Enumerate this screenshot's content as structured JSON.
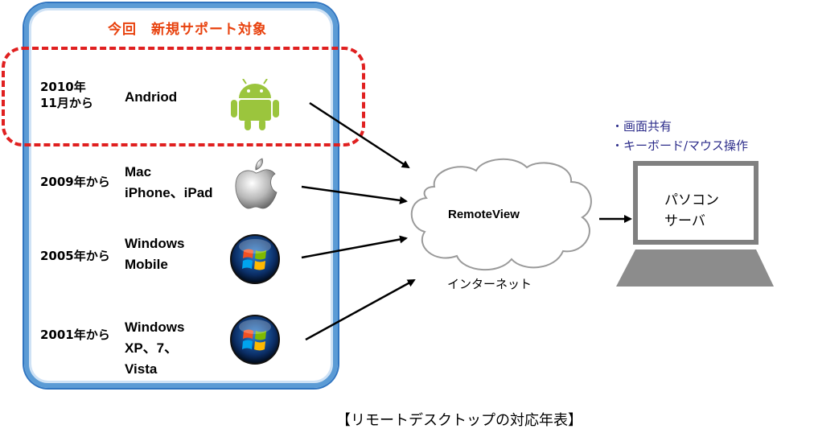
{
  "panel": {
    "title": "今回　新規サポート対象",
    "rows": [
      {
        "since_line1": "2010年",
        "since_line2": "11月から",
        "os_line1": "Andriod",
        "os_line2": "",
        "os_line3": "",
        "icon": "android-robot-icon"
      },
      {
        "since_line1": "2009年から",
        "since_line2": "",
        "os_line1": "Mac",
        "os_line2": "iPhone、iPad",
        "os_line3": "",
        "icon": "apple-logo-icon"
      },
      {
        "since_line1": "2005年から",
        "since_line2": "",
        "os_line1": "Windows",
        "os_line2": "Mobile",
        "os_line3": "",
        "icon": "windows-orb-icon"
      },
      {
        "since_line1": "2001年から",
        "since_line2": "",
        "os_line1": "Windows",
        "os_line2": "XP、7、",
        "os_line3": "Vista",
        "icon": "windows-orb-icon"
      }
    ]
  },
  "cloud": {
    "label": "RemoteView",
    "caption": "インターネット"
  },
  "pc": {
    "label_line1": "パソコン",
    "label_line2": "サーバ"
  },
  "features": [
    "・画面共有",
    "・キーボード/マウス操作"
  ],
  "caption": "【リモートデスクトップの対応年表】",
  "colors": {
    "panel_border": "#5b9bd5",
    "highlight": "#e02020",
    "title": "#e8420e",
    "feature_text": "#2c2c8a",
    "android_green": "#9bc53d"
  }
}
